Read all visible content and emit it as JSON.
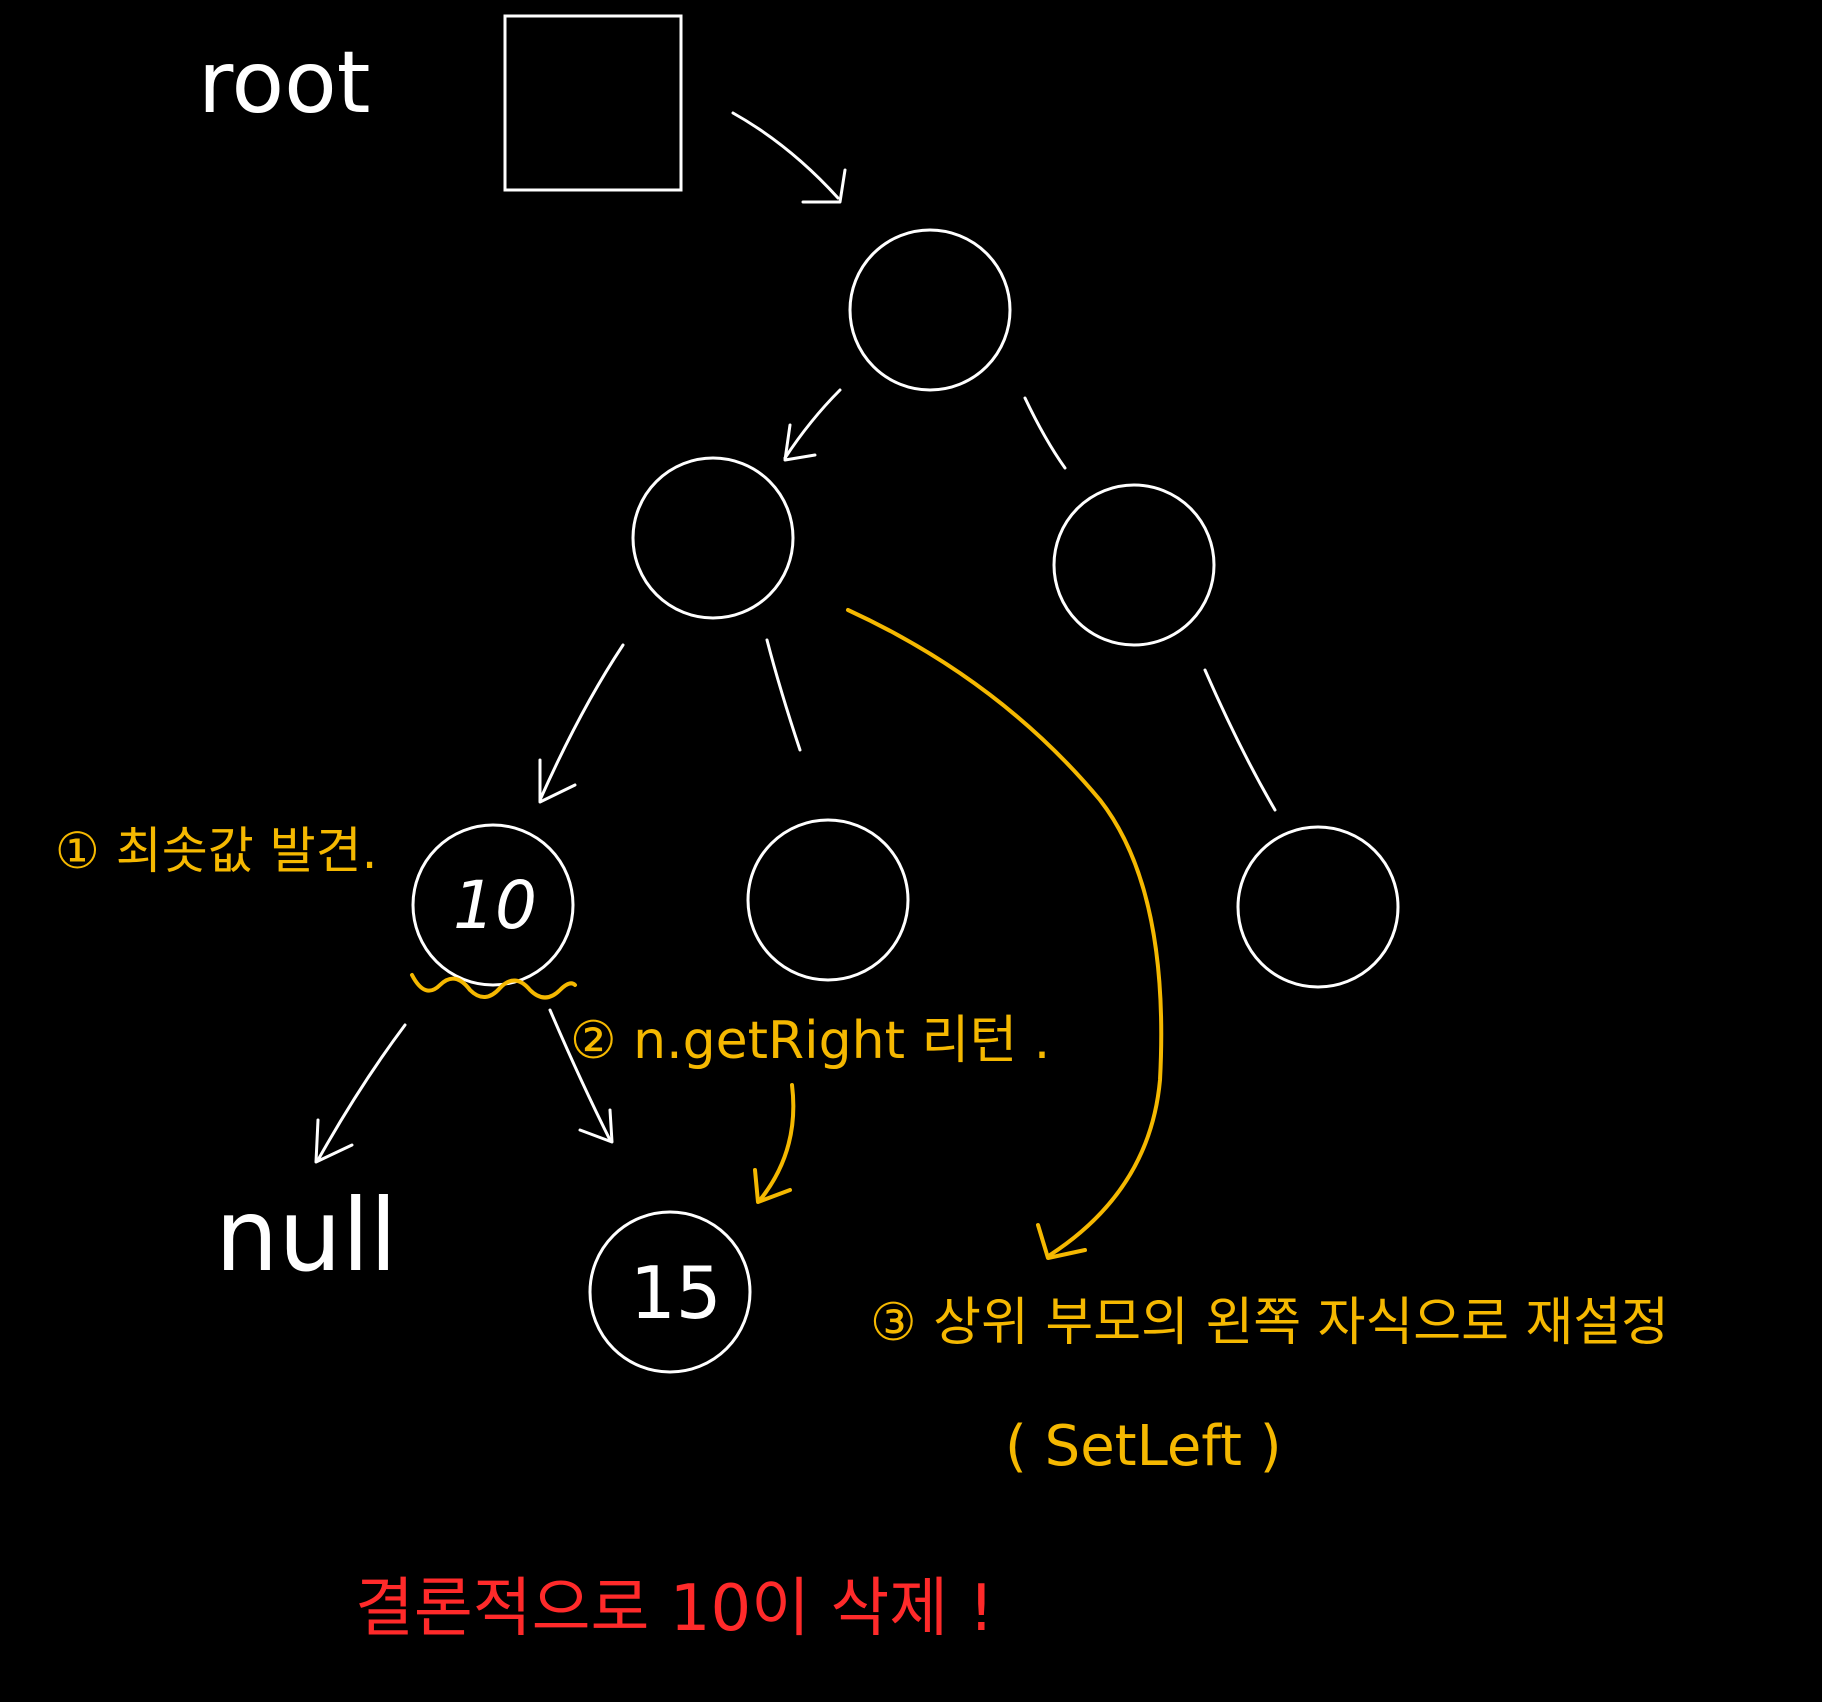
{
  "root_label": "root",
  "nodes": {
    "min_node_value": "10",
    "right_child_value": "15"
  },
  "null_label": "null",
  "annotations": {
    "step1": "① 최솟값 발견.",
    "step2": "② n.getRight 리턴 .",
    "step3": "③ 상위 부모의 왼쪽 자식으로 재설정",
    "step3_sub": "( SetLeft )",
    "conclusion": "결론적으로 10이 삭제 !"
  },
  "colors": {
    "background": "#000000",
    "lines": "#ffffff",
    "annotation": "#f5b800",
    "conclusion": "#ff2a2a"
  }
}
